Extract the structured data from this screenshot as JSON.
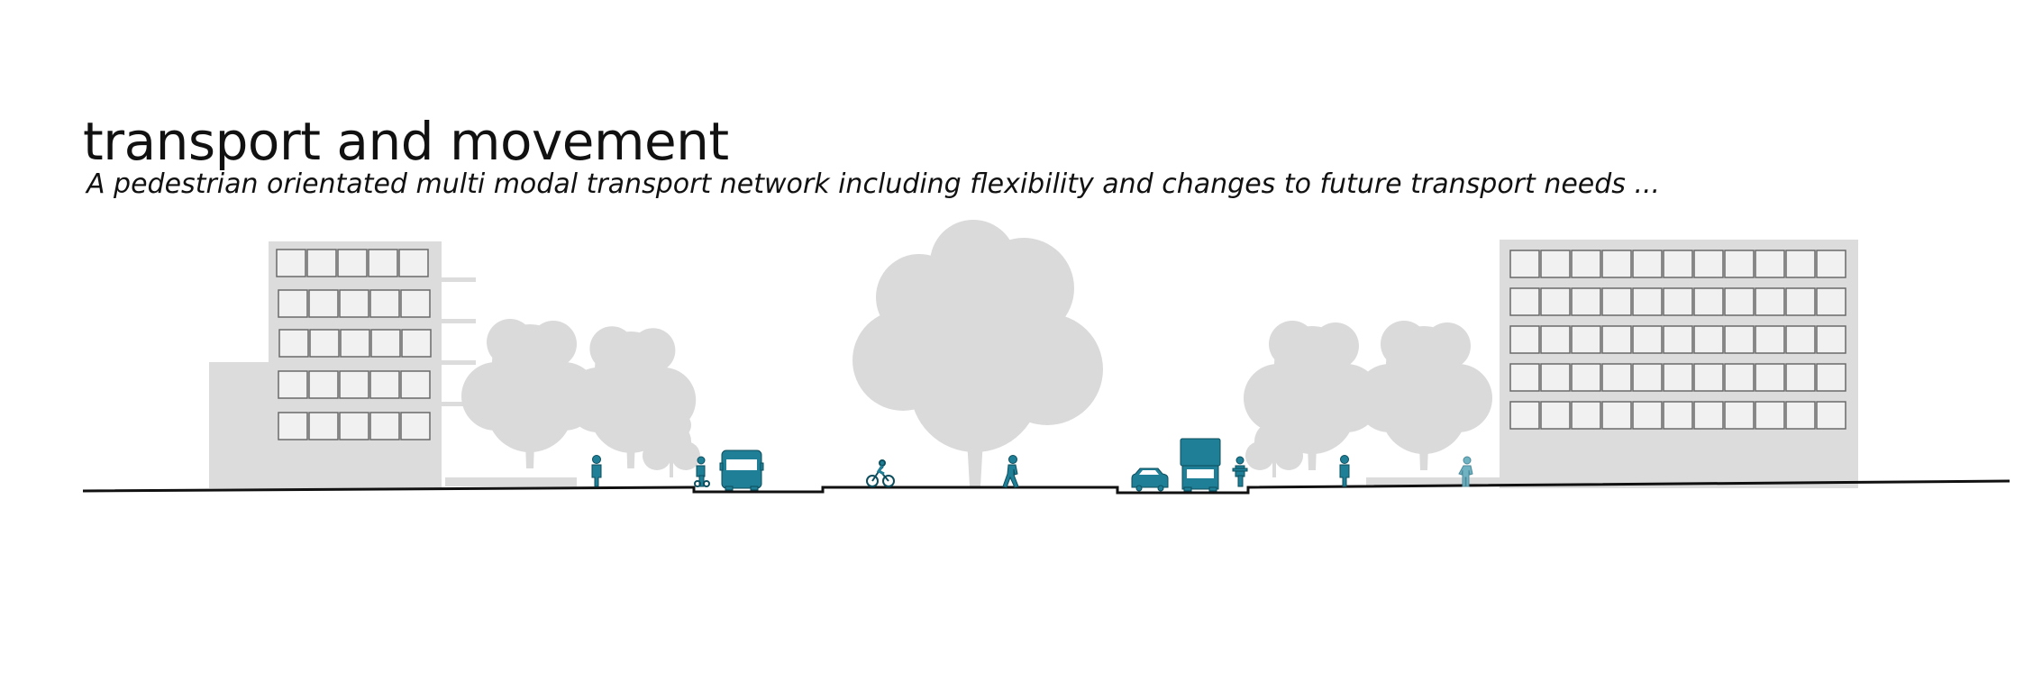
{
  "title": "transport and movement",
  "subtitle": "A pedestrian orientated multi modal transport network including flexibility and changes to future transport needs ...",
  "colors": {
    "accent": "#1e7f96",
    "accent_dark": "#0d4e5e",
    "building": "#dcdcdc",
    "window_fill": "#f1f1f1",
    "window_stroke": "#666666",
    "tree": "#dadada",
    "ground": "#111111"
  },
  "icons": [
    "building-left",
    "building-right",
    "tree-small",
    "tree-large",
    "pedestrian",
    "cyclist",
    "scooter-rider",
    "bus",
    "truck",
    "car"
  ]
}
